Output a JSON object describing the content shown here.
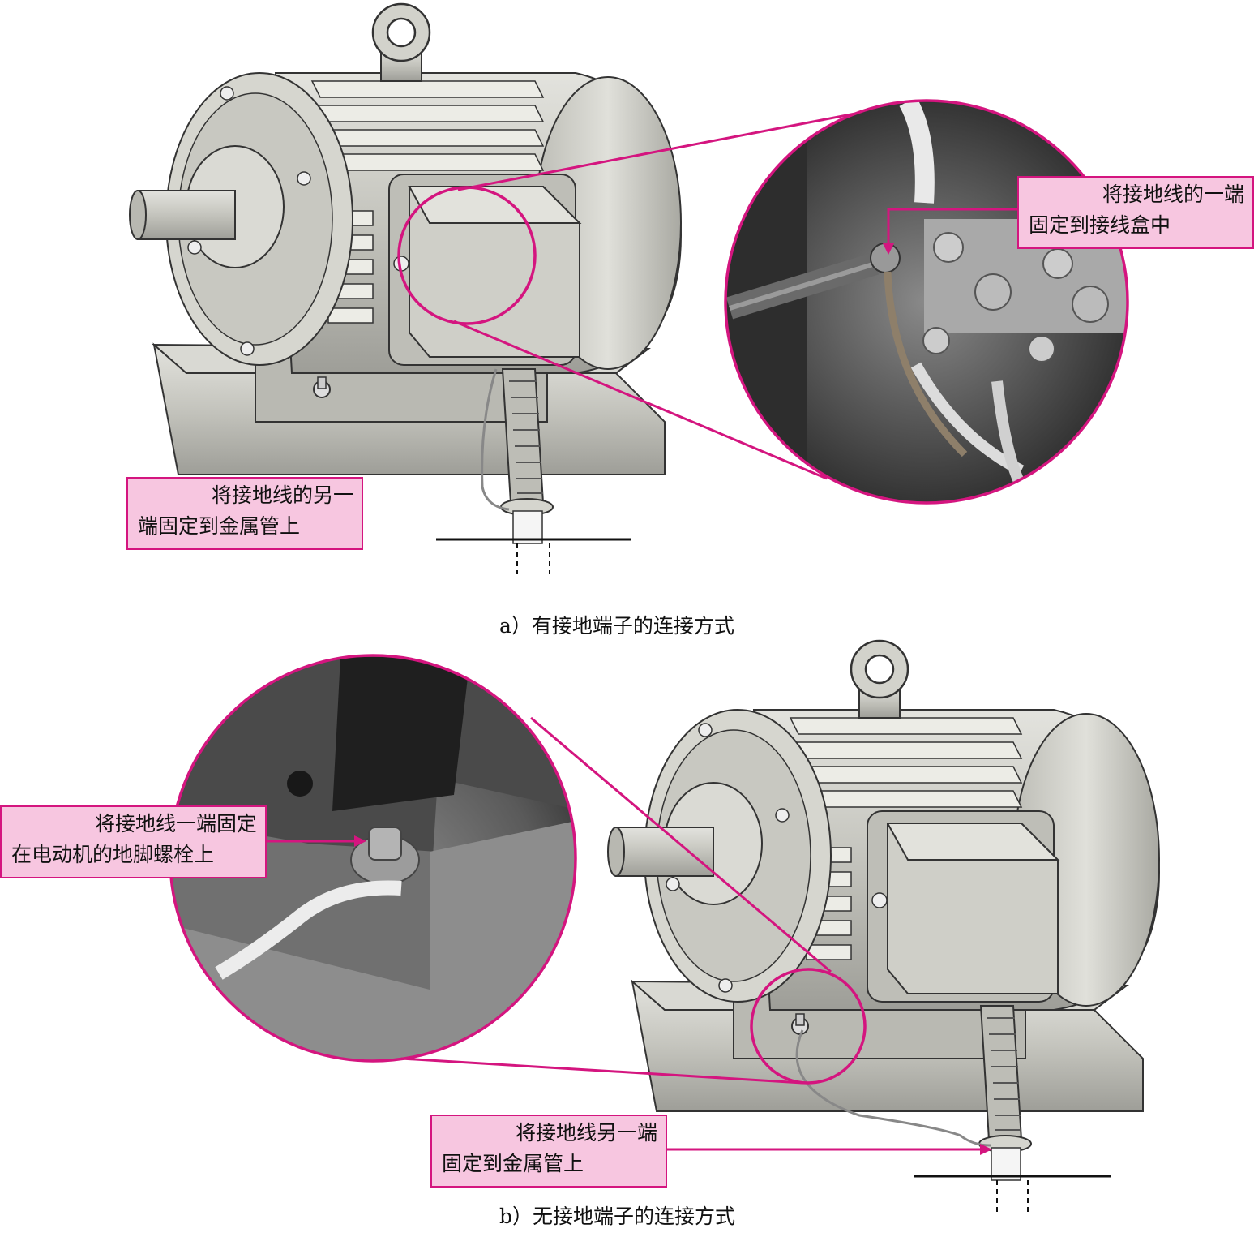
{
  "diagram_a": {
    "callout_terminal_box": {
      "line1": "将接地线的一端",
      "line2": "固定到接线盒中"
    },
    "callout_metal_pipe": {
      "line1": "将接地线的另一",
      "line2": "端固定到金属管上"
    },
    "caption": "a）有接地端子的连接方式"
  },
  "diagram_b": {
    "callout_foot_bolt": {
      "line1": "将接地线一端固定",
      "line2": "在电动机的地脚螺栓上"
    },
    "callout_metal_pipe": {
      "line1": "将接地线另一端",
      "line2": "固定到金属管上"
    },
    "caption": "b）无接地端子的连接方式"
  },
  "colors": {
    "highlight": "#d4157f",
    "label_fill": "#f7c6e0",
    "motor_metal": "#c9c9c2",
    "photo_dark": "#3a3a3a"
  }
}
